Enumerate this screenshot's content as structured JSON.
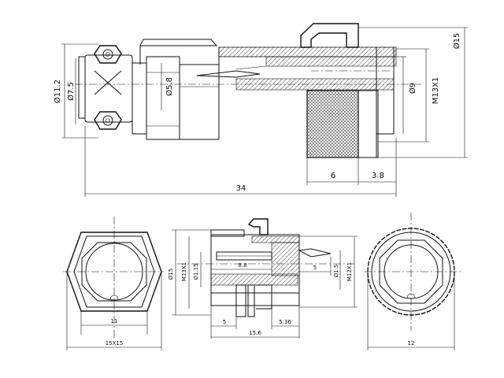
{
  "top_view": {
    "dims": {
      "d11_2": "Ø11.2",
      "d7_5": "Ø7.5",
      "d5_8": "Ø5.8",
      "d9": "Ø9",
      "m13": "M13X1",
      "d15": "Ø15",
      "l6": "6",
      "l3_8": "3.8",
      "l34": "34"
    }
  },
  "left_view": {
    "dims": {
      "w11": "11",
      "hex": "15X15"
    }
  },
  "center_view": {
    "dims": {
      "d15": "Ø15",
      "m13": "M13X1",
      "d1_15": "Ø1.15",
      "l8_8": "8.8",
      "l5_right": "5",
      "d1_5": "Ø1.5",
      "m12": "M12X1",
      "l5_bottom": "5",
      "l5_36": "5.36",
      "l15_6": "15.6"
    }
  },
  "right_view": {
    "dims": {
      "d12": "12"
    }
  },
  "colors": {
    "line": "#111111",
    "background": "#ffffff"
  }
}
